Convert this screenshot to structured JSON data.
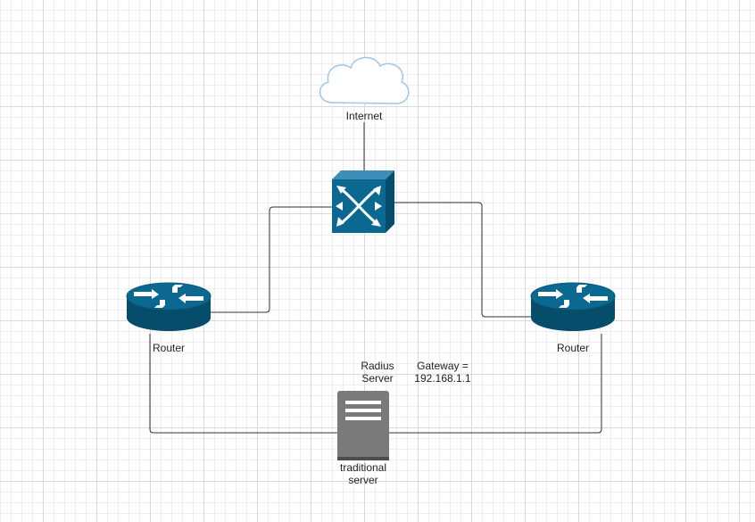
{
  "nodes": {
    "internet": {
      "label": "Internet"
    },
    "router_left": {
      "label": "Router"
    },
    "router_right": {
      "label": "Router"
    },
    "radius": {
      "line1": "Radius",
      "line2": "Server"
    },
    "gateway": {
      "line1": "Gateway =",
      "line2": "192.168.1.1"
    },
    "server": {
      "line1": "traditional",
      "line2": "server"
    }
  },
  "colors": {
    "device_blue": "#0a6891",
    "device_dark": "#064c6b",
    "server_gray": "#7a7a7a",
    "cloud_stroke": "#9fc6e8",
    "line": "#333333"
  }
}
